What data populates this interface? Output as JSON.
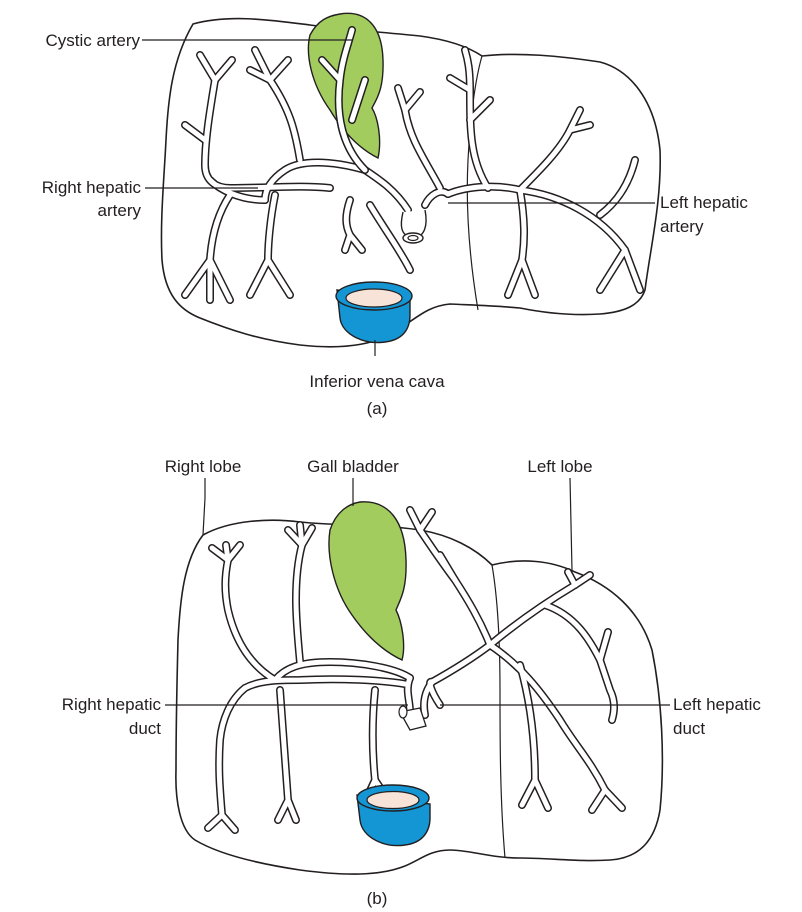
{
  "colors": {
    "gallbladder": "#a3cc5f",
    "vena_cava": "#1496d4",
    "vena_cava_lumen": "#f8e3d8",
    "outline": "#231f20"
  },
  "panel_a": {
    "caption": "(a)",
    "labels": {
      "cystic_artery": "Cystic artery",
      "right_hepatic_artery_1": "Right hepatic",
      "right_hepatic_artery_2": "artery",
      "left_hepatic_artery_1": "Left hepatic",
      "left_hepatic_artery_2": "artery",
      "inferior_vena_cava": "Inferior vena cava"
    }
  },
  "panel_b": {
    "caption": "(b)",
    "labels": {
      "right_lobe": "Right lobe",
      "gall_bladder": "Gall bladder",
      "left_lobe": "Left lobe",
      "right_hepatic_duct_1": "Right hepatic",
      "right_hepatic_duct_2": "duct",
      "left_hepatic_duct_1": "Left hepatic",
      "left_hepatic_duct_2": "duct"
    }
  }
}
